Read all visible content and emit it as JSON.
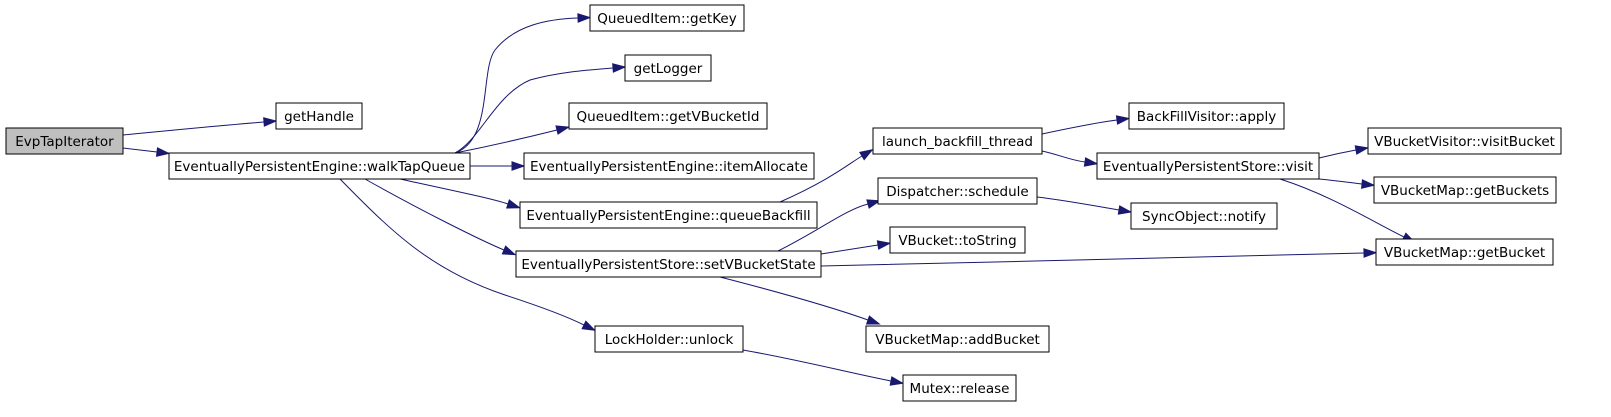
{
  "graph": {
    "root": "EvpTapIterator",
    "edge_color": "#191970",
    "root_fill": "#bfbfbf",
    "nodes": [
      {
        "id": "n0",
        "label": "EvpTapIterator"
      },
      {
        "id": "n1",
        "label": "getHandle"
      },
      {
        "id": "n2",
        "label": "EventuallyPersistentEngine::walkTapQueue"
      },
      {
        "id": "n3",
        "label": "QueuedItem::getKey"
      },
      {
        "id": "n4",
        "label": "getLogger"
      },
      {
        "id": "n5",
        "label": "QueuedItem::getVBucketId"
      },
      {
        "id": "n6",
        "label": "EventuallyPersistentEngine::itemAllocate"
      },
      {
        "id": "n7",
        "label": "EventuallyPersistentEngine::queueBackfill"
      },
      {
        "id": "n8",
        "label": "EventuallyPersistentStore::setVBucketState"
      },
      {
        "id": "n9",
        "label": "LockHolder::unlock"
      },
      {
        "id": "n10",
        "label": "launch_backfill_thread"
      },
      {
        "id": "n11",
        "label": "Dispatcher::schedule"
      },
      {
        "id": "n12",
        "label": "VBucket::toString"
      },
      {
        "id": "n13",
        "label": "VBucketMap::addBucket"
      },
      {
        "id": "n14",
        "label": "Mutex::release"
      },
      {
        "id": "n15",
        "label": "BackFillVisitor::apply"
      },
      {
        "id": "n16",
        "label": "EventuallyPersistentStore::visit"
      },
      {
        "id": "n17",
        "label": "SyncObject::notify"
      },
      {
        "id": "n18",
        "label": "VBucketVisitor::visitBucket"
      },
      {
        "id": "n19",
        "label": "VBucketMap::getBuckets"
      },
      {
        "id": "n20",
        "label": "VBucketMap::getBucket"
      }
    ],
    "edges": [
      [
        "n0",
        "n1"
      ],
      [
        "n0",
        "n2"
      ],
      [
        "n2",
        "n3"
      ],
      [
        "n2",
        "n4"
      ],
      [
        "n2",
        "n5"
      ],
      [
        "n2",
        "n6"
      ],
      [
        "n2",
        "n7"
      ],
      [
        "n2",
        "n8"
      ],
      [
        "n2",
        "n9"
      ],
      [
        "n7",
        "n10"
      ],
      [
        "n8",
        "n11"
      ],
      [
        "n8",
        "n12"
      ],
      [
        "n8",
        "n13"
      ],
      [
        "n8",
        "n20"
      ],
      [
        "n9",
        "n14"
      ],
      [
        "n10",
        "n15"
      ],
      [
        "n10",
        "n16"
      ],
      [
        "n11",
        "n17"
      ],
      [
        "n16",
        "n18"
      ],
      [
        "n16",
        "n19"
      ],
      [
        "n16",
        "n20"
      ]
    ]
  }
}
